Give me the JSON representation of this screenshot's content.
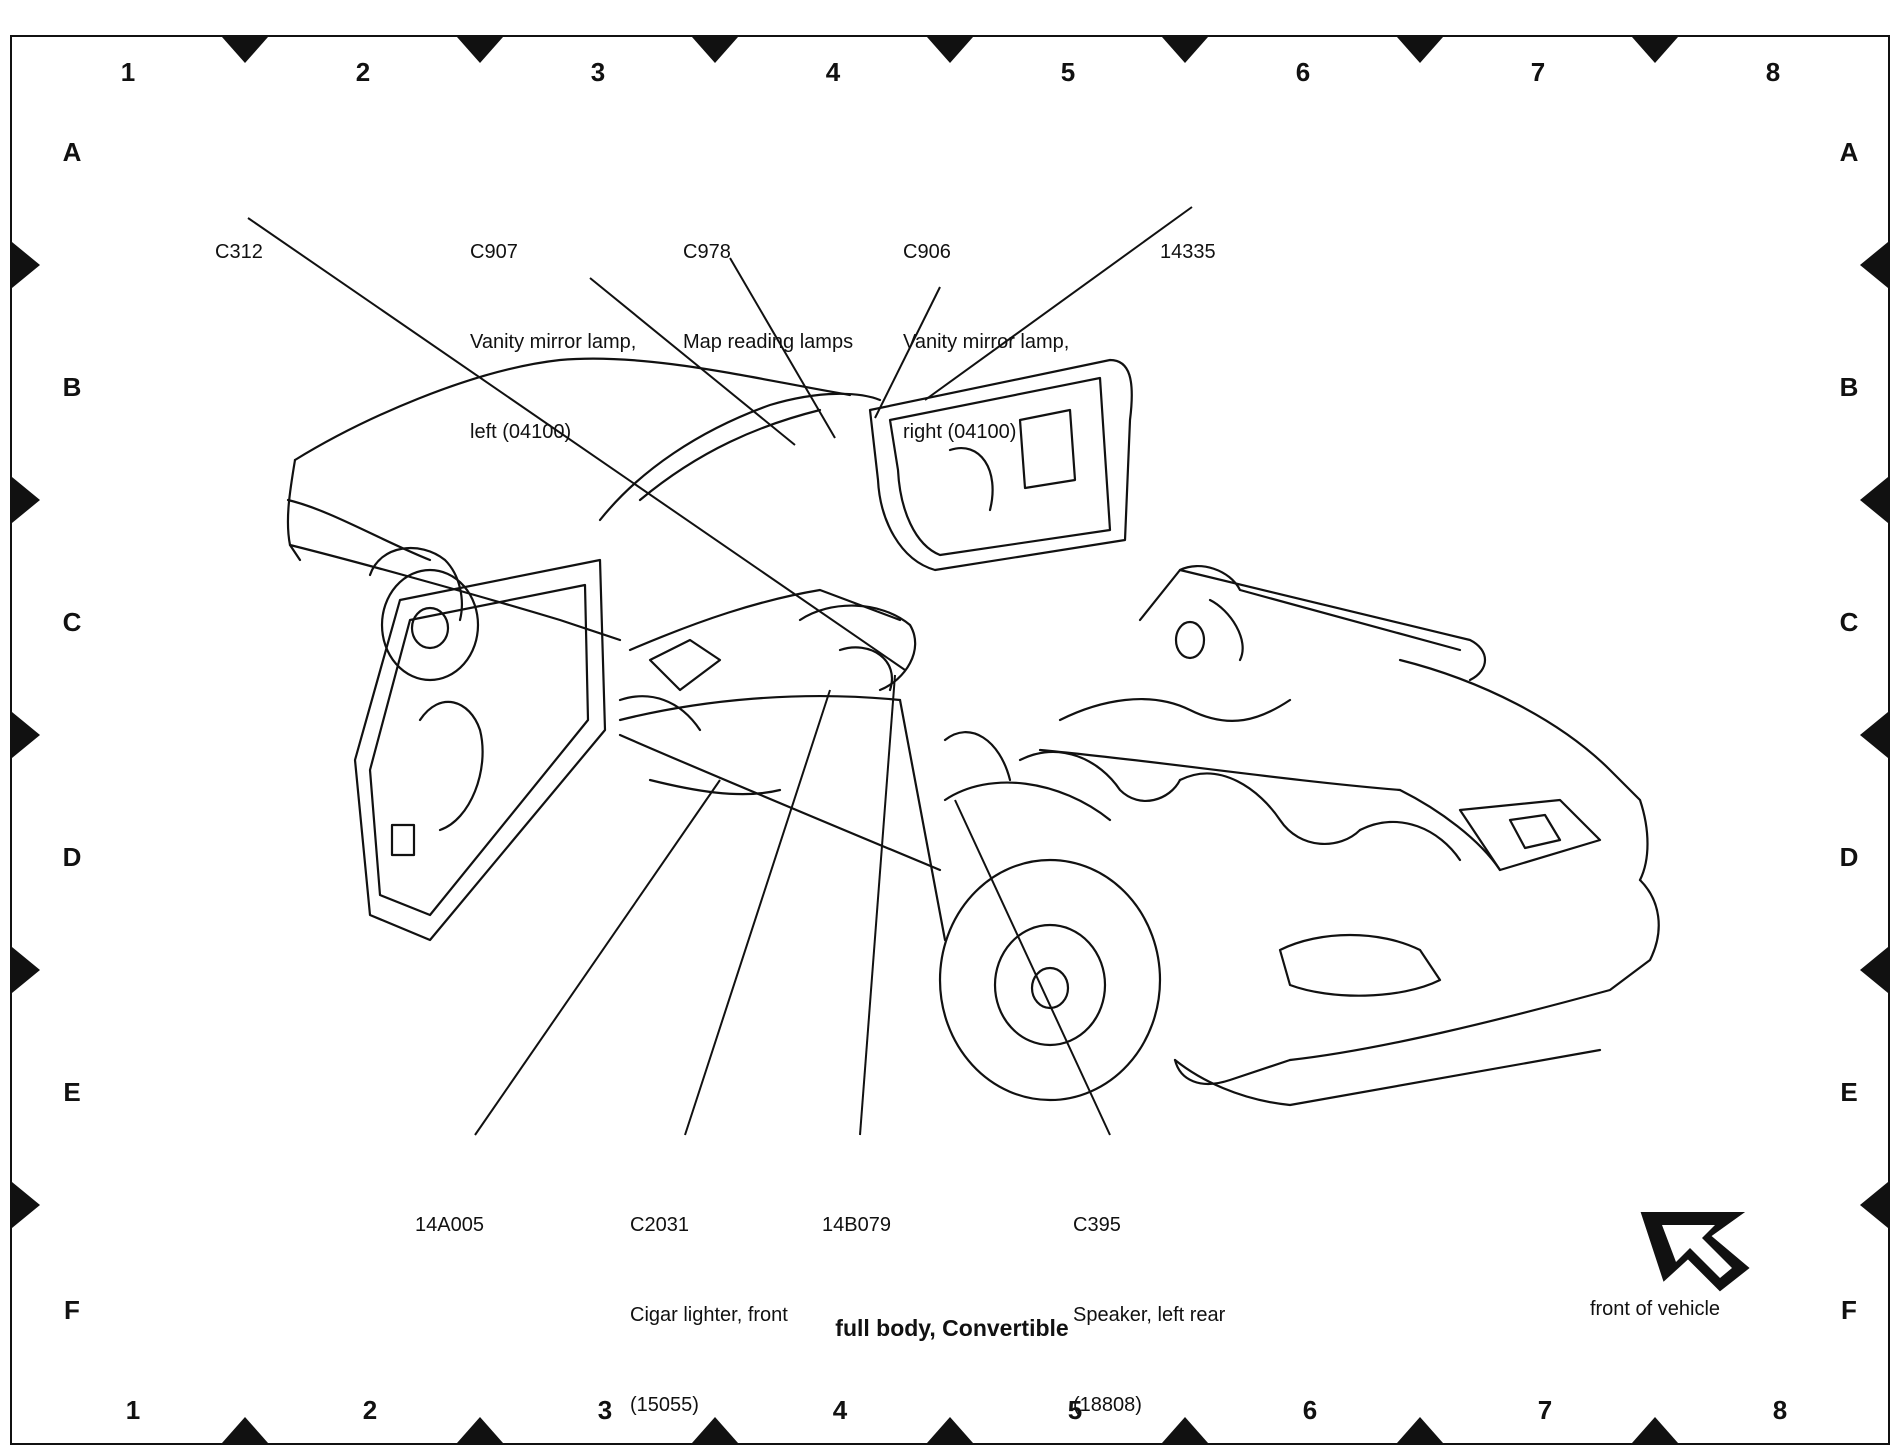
{
  "grid": {
    "columns": [
      "1",
      "2",
      "3",
      "4",
      "5",
      "6",
      "7",
      "8"
    ],
    "rows": [
      "A",
      "B",
      "C",
      "D",
      "E",
      "F"
    ]
  },
  "callouts": {
    "c312": [
      "C312"
    ],
    "c907": [
      "C907",
      "Vanity mirror lamp,",
      "left (04100)"
    ],
    "c978": [
      "C978",
      "Map reading lamps"
    ],
    "c906": [
      "C906",
      "Vanity mirror lamp,",
      "right (04100)"
    ],
    "p14335": [
      "14335"
    ],
    "p14a005": [
      "14A005"
    ],
    "c2031": [
      "C2031",
      "Cigar lighter, front",
      "(15055)"
    ],
    "p14b079": [
      "14B079"
    ],
    "c395": [
      "C395",
      "Speaker, left rear",
      "(18808)"
    ]
  },
  "caption": "full body, Convertible",
  "front_label": "front of vehicle",
  "icons": [
    "front-arrow-icon"
  ]
}
